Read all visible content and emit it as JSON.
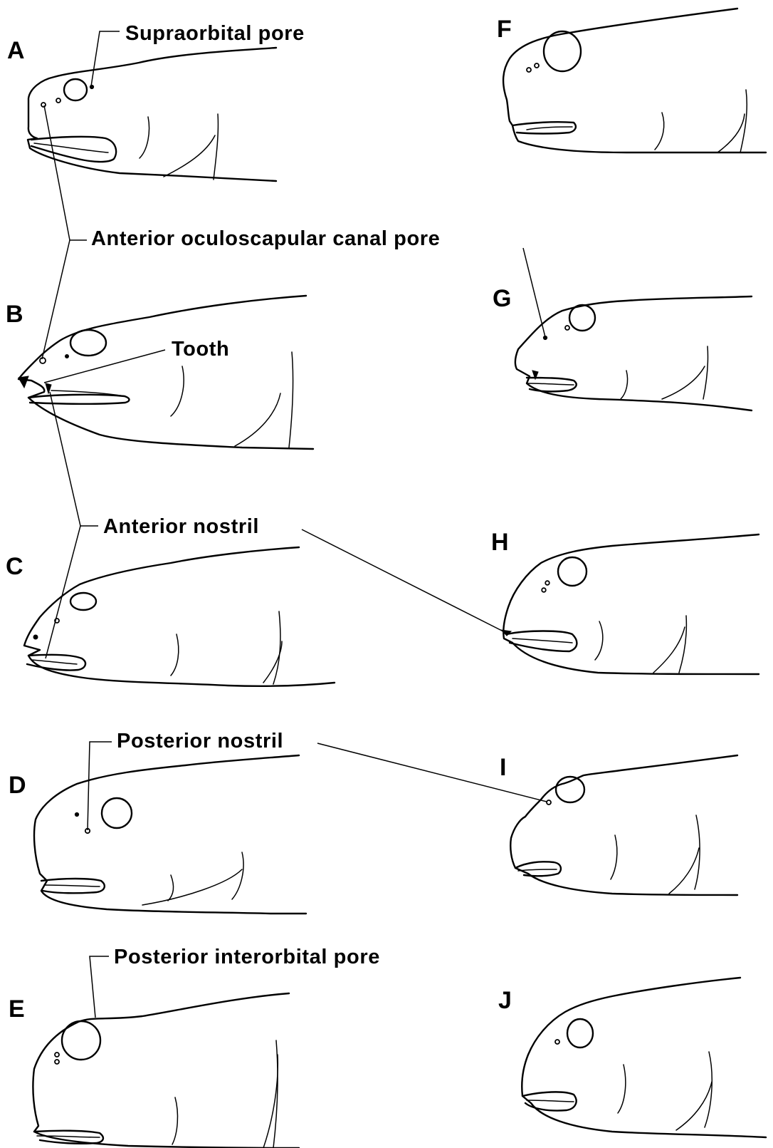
{
  "panels": [
    {
      "letter": "A",
      "region": "head-a"
    },
    {
      "letter": "B",
      "region": "head-b"
    },
    {
      "letter": "C",
      "region": "head-c"
    },
    {
      "letter": "D",
      "region": "head-d"
    },
    {
      "letter": "E",
      "region": "head-e"
    },
    {
      "letter": "F",
      "region": "head-f"
    },
    {
      "letter": "G",
      "region": "head-g"
    },
    {
      "letter": "H",
      "region": "head-h"
    },
    {
      "letter": "I",
      "region": "head-i"
    },
    {
      "letter": "J",
      "region": "head-j"
    }
  ],
  "callouts": {
    "supraorbital": "Supraorbital pore",
    "oculoscapular": "Anterior oculoscapular canal pore",
    "tooth": "Tooth",
    "anterior_nostril": "Anterior nostril",
    "posterior_nostril": "Posterior nostril",
    "posterior_interorbital": "Posterior interorbital pore"
  },
  "colors": {
    "ink": "#000000",
    "paper": "#ffffff"
  }
}
